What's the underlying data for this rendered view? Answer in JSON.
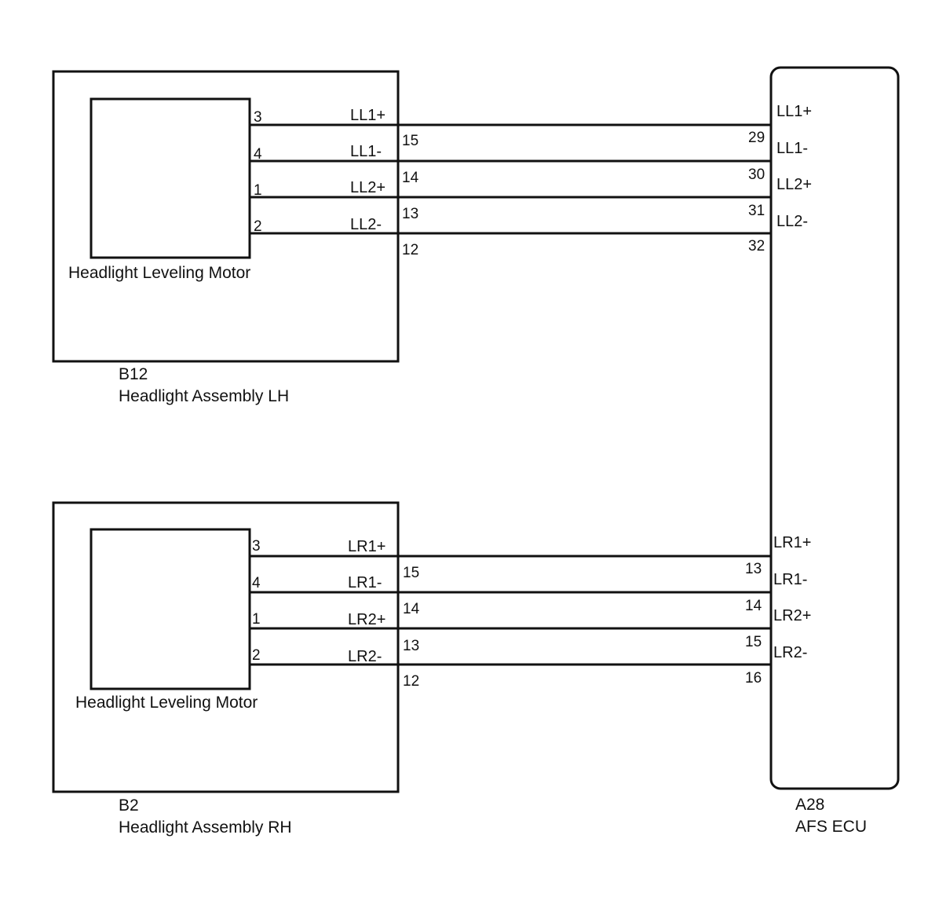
{
  "colors": {
    "line": "#111111",
    "background": "#ffffff"
  },
  "lh": {
    "code": "B12",
    "name": "Headlight Assembly LH",
    "motor_label": "Headlight Leveling Motor",
    "motor_pins": [
      "3",
      "4",
      "1",
      "2"
    ],
    "signals": [
      "LL1+",
      "LL1-",
      "LL2+",
      "LL2-"
    ],
    "connector_pins": [
      "15",
      "14",
      "13",
      "12"
    ]
  },
  "rh": {
    "code": "B2",
    "name": "Headlight Assembly RH",
    "motor_label": "Headlight Leveling Motor",
    "motor_pins": [
      "3",
      "4",
      "1",
      "2"
    ],
    "signals": [
      "LR1+",
      "LR1-",
      "LR2+",
      "LR2-"
    ],
    "connector_pins": [
      "15",
      "14",
      "13",
      "12"
    ]
  },
  "ecu": {
    "code": "A28",
    "name": "AFS ECU",
    "lh_pins": [
      "29",
      "30",
      "31",
      "32"
    ],
    "lh_signals": [
      "LL1+",
      "LL1-",
      "LL2+",
      "LL2-"
    ],
    "rh_pins": [
      "13",
      "14",
      "15",
      "16"
    ],
    "rh_signals": [
      "LR1+",
      "LR1-",
      "LR2+",
      "LR2-"
    ]
  }
}
